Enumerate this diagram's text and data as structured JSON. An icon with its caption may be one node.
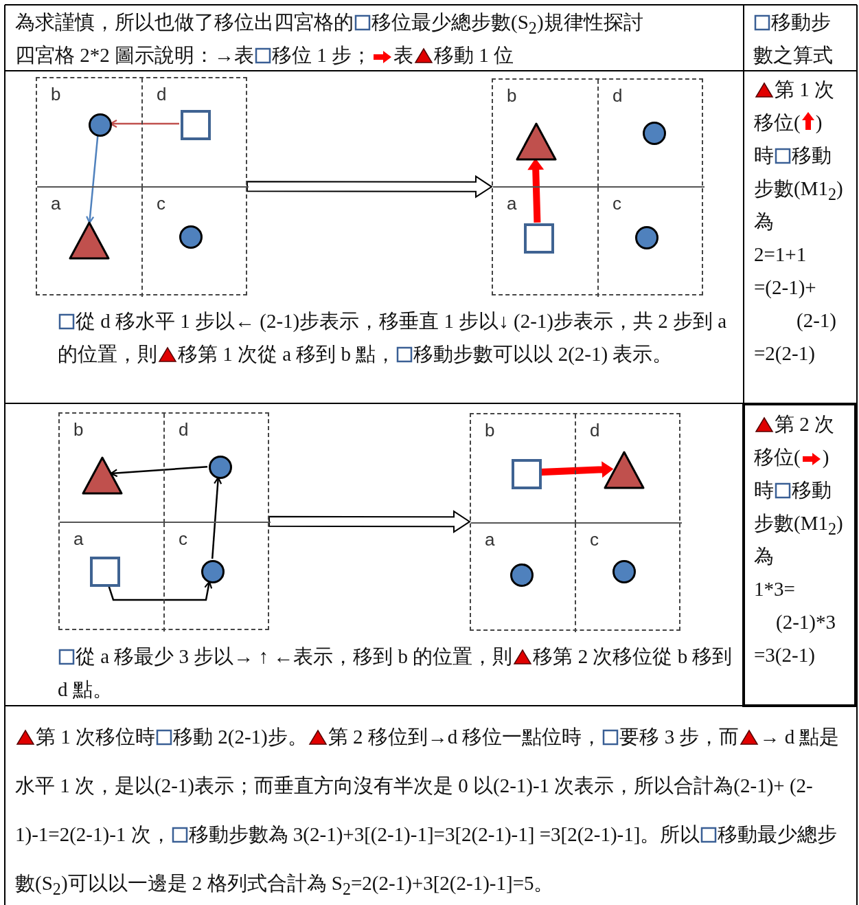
{
  "diagram": {
    "nodes": [
      {
        "text": [],
        "shape": "box"
      },
      {
        "text": [
          "b"
        ],
        "in": 0
      },
      {
        "text": [
          "d"
        ],
        "in": 0
      },
      {
        "text": [
          "a"
        ],
        "in": 0
      },
      {
        "text": [
          "c"
        ],
        "in": 0
      },
      {
        "text": [],
        "shape": "circle",
        "in": 1
      },
      {
        "text": [],
        "shape": "box",
        "in": 2
      },
      {
        "text": [],
        "shape": "triangle",
        "in": 3
      },
      {
        "text": [],
        "shape": "circle",
        "in": 4
      },
      {
        "text": [],
        "shape": "box"
      },
      {
        "text": [
          "b"
        ],
        "in": 9
      },
      {
        "text": [
          "d"
        ],
        "in": 9
      },
      {
        "text": [
          "a"
        ],
        "in": 9
      },
      {
        "text": [
          "c"
        ],
        "in": 9
      },
      {
        "text": [],
        "shape": "triangle",
        "in": 10
      },
      {
        "text": [],
        "shape": "circle",
        "in": 11
      },
      {
        "text": [],
        "shape": "box",
        "in": 12
      },
      {
        "text": [],
        "shape": "circle",
        "in": 13
      },
      {
        "text": [],
        "shape": "box"
      },
      {
        "text": [
          "b"
        ],
        "in": 18
      },
      {
        "text": [
          "d"
        ],
        "in": 18
      },
      {
        "text": [
          "a"
        ],
        "in": 18
      },
      {
        "text": [
          "c"
        ],
        "in": 18
      },
      {
        "text": [],
        "shape": "triangle",
        "in": 19
      },
      {
        "text": [],
        "shape": "circle",
        "in": 20
      },
      {
        "text": [],
        "shape": "box",
        "in": 21
      },
      {
        "text": [],
        "shape": "circle",
        "in": 22
      },
      {
        "text": [],
        "shape": "box"
      },
      {
        "text": [
          "b"
        ],
        "in": 27
      },
      {
        "text": [
          "d"
        ],
        "in": 27
      },
      {
        "text": [
          "a"
        ],
        "in": 27
      },
      {
        "text": [
          "c"
        ],
        "in": 27
      },
      {
        "text": [],
        "shape": "box",
        "in": 28
      },
      {
        "text": [],
        "shape": "triangle",
        "in": 29
      },
      {
        "text": [],
        "shape": "circle",
        "in": 30
      },
      {
        "text": [],
        "shape": "circle",
        "in": 31
      }
    ],
    "edges": [
      {
        "from": 6,
        "to": 5,
        "arrow": "to",
        "color": "#c0504d"
      },
      {
        "from": 5,
        "to": 7,
        "arrow": "to",
        "color": "#4f81bd"
      },
      {
        "from": 0,
        "to": 9,
        "arrow": "to",
        "style": "thick"
      },
      {
        "from": 25,
        "to": 26,
        "arrow": "to"
      },
      {
        "from": 26,
        "to": 24,
        "arrow": "to"
      },
      {
        "from": 24,
        "to": 23,
        "arrow": "to"
      },
      {
        "from": 18,
        "to": 27,
        "arrow": "to",
        "style": "thick"
      },
      {
        "from": 16,
        "to": 14,
        "arrow": "to",
        "style": "thick",
        "color": "#ff0000"
      },
      {
        "from": 32,
        "to": 33,
        "arrow": "to",
        "style": "thick",
        "color": "#ff0000"
      }
    ],
    "labels": [
      "為求謹慎，所以也做了移位出四宮格的",
      "移位最少總步數(S$_{2}$)規律性探討",
      "四宮格 2*2 圖示說明：→表",
      "移位 1 步；",
      "表",
      "移動 1 位",
      "移動步數之算式",
      "從 d 移水平 1 步以← (2-1)步表示，移垂直 1 步以↓ (2-1)步表示，共 2 步到 a 的位置，則",
      "移第 1 次從 a 移到 b 點，",
      "移動步數可以以 2(2-1) 表示。",
      "第 1 次",
      "移位(",
      ")",
      "時",
      "移動",
      "步數(M1$_{2}$)",
      "為",
      "2=1+1",
      "=(2-1)+",
      "(2-1)",
      "=2(2-1)",
      "從 a 移最少 3 步以→ ↑ ←表示，移到 b 的位置，則",
      "移第 2 次移位從 b 移到 d 點。",
      "第 2 次",
      "移位(",
      ")",
      "時",
      "移動",
      "步數(M1$_{2}$)",
      "為",
      "1*3=",
      "(2-1)*3",
      "=3(2-1)",
      "第 1 次移位時",
      "移動 2(2-1)步。",
      "第 2 移位到→d 移位一點位時，",
      "要移 3 步，而",
      "→ d 點是水平 1 次，是以(2-1)表示；而垂直方向沒有半次是 0 以(2-1)-1 次表示，所以合計為(2-1)+ (2-1)-1=2(2-1)-1 次，",
      "移動步數為 3(2-1)+3[(2-1)-1]=3[2(2-1)-1] =3[2(2-1)-1]。所以",
      "移動最少總步數(S$_{2}$)可以以一邊是 2 格列式合計為 S$_{2}$=2(2-1)+3[2(2-1)-1]=5。"
    ]
  }
}
